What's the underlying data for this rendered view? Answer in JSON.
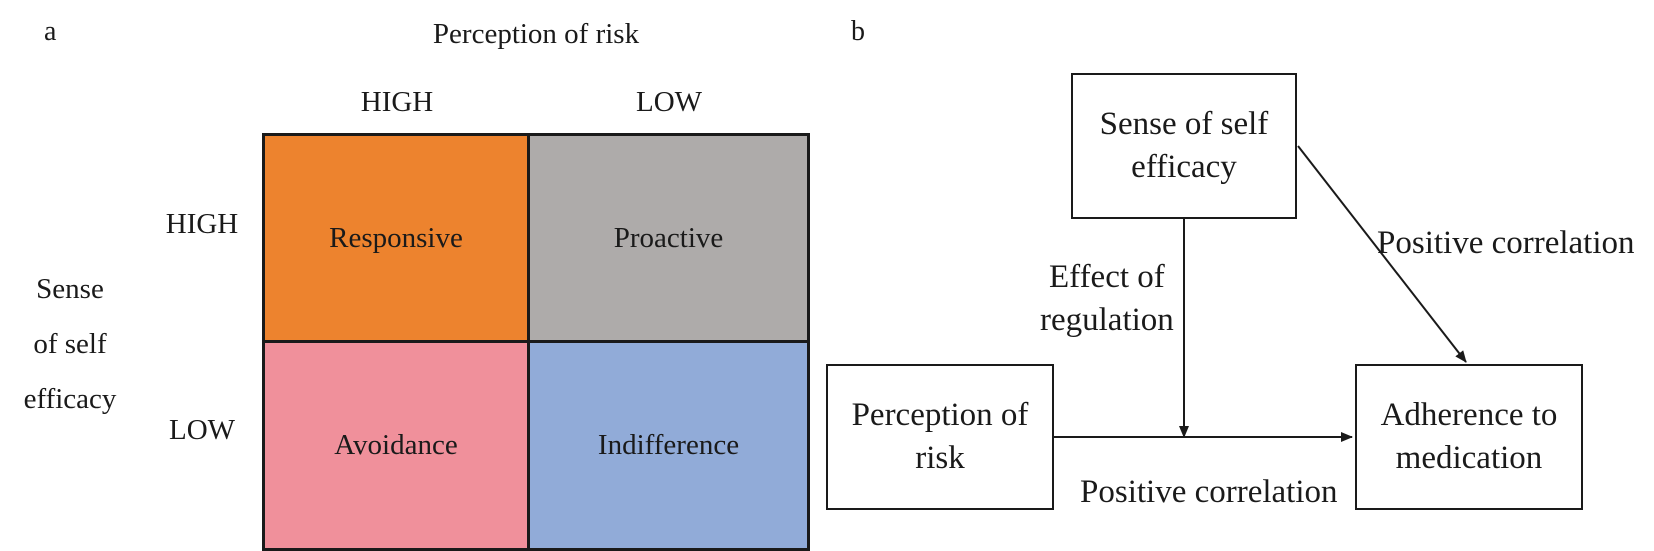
{
  "panel_a": {
    "label": "a",
    "top_title": "Perception of risk",
    "col_headers": [
      "HIGH",
      "LOW"
    ],
    "row_headers": [
      "HIGH",
      "LOW"
    ],
    "side_title_lines": [
      "Sense",
      "of self",
      "efficacy"
    ],
    "cells": [
      {
        "text": "Responsive",
        "color": "#ED832E"
      },
      {
        "text": "Proactive",
        "color": "#AEABAA"
      },
      {
        "text": "Avoidance",
        "color": "#F0909B"
      },
      {
        "text": "Indifference",
        "color": "#91ABD8"
      }
    ]
  },
  "panel_b": {
    "label": "b",
    "boxes": {
      "self_efficacy": [
        "Sense of self",
        "efficacy"
      ],
      "risk": [
        "Perception of",
        "risk"
      ],
      "adherence": [
        "Adherence to",
        "medication"
      ]
    },
    "labels": {
      "regulation": [
        "Effect of",
        "regulation"
      ],
      "diagonal": "Positive correlation",
      "bottom": "Positive correlation"
    }
  }
}
